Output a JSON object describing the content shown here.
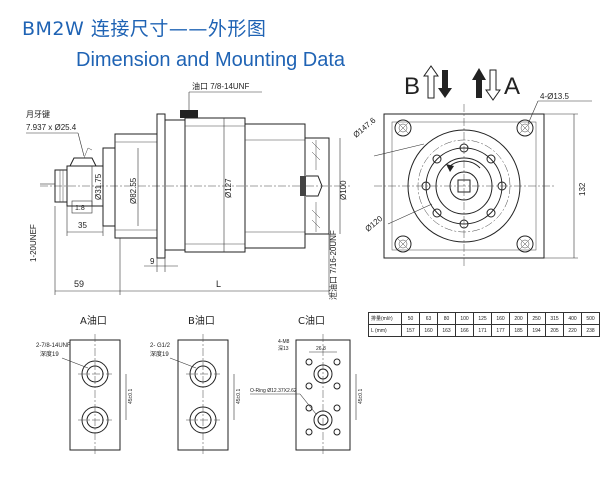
{
  "title_cn": "BM2W 连接尺寸——外形图",
  "title_en": "Dimension and Mounting Data",
  "side_view": {
    "oil_port": "油口 7/8-14UNF",
    "key_label": "月牙键",
    "key_size": "7.937 x Ø25.4",
    "spline": "1-20UNEF",
    "d_shaft": "Ø31.75",
    "d_pilot": "Ø82.55",
    "d_body": "Ø127",
    "d_rear": "Ø100",
    "ratio": "1:8",
    "len_35": "35",
    "len_9": "9",
    "len_59": "59",
    "len_L": "L",
    "drain_port": "泄油口 7/16-20UNF"
  },
  "front_view": {
    "b_letter": "B",
    "a_letter": "A",
    "holes": "4-Ø13.5",
    "d_bolt_circle": "Ø147.6",
    "d_120": "Ø120",
    "side_132": "132"
  },
  "ports": [
    {
      "title": "A油口",
      "thread": "2-7/8-14UNF",
      "depth": "深度19",
      "spacing": "45±0.1"
    },
    {
      "title": "B油口",
      "thread": "2- G1/2",
      "depth": "深度19",
      "spacing": "45±0.1"
    },
    {
      "title": "C油口",
      "thread": "4-M8",
      "depth": "深13",
      "width": "26.8",
      "oring": "O-Ring Ø12.37X2.62",
      "spacing": "45±0.1"
    }
  ],
  "spec_table": {
    "row1_label": "排量(ml/r)",
    "row2_label": "L (mm)",
    "displacement": [
      "50",
      "63",
      "80",
      "100",
      "125",
      "160",
      "200",
      "250",
      "315",
      "400",
      "500"
    ],
    "length": [
      "157",
      "160",
      "163",
      "166",
      "171",
      "177",
      "185",
      "194",
      "205",
      "220",
      "238"
    ]
  }
}
